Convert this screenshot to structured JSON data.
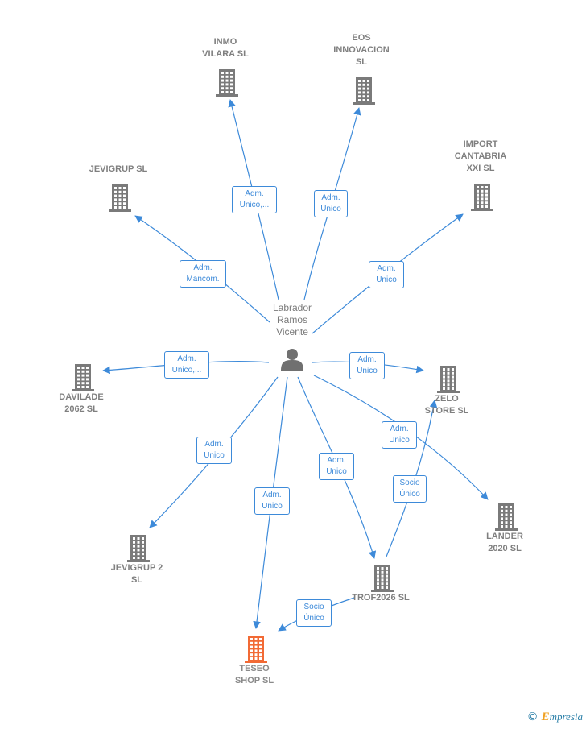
{
  "person": {
    "name": "Labrador\nRamos\nVicente"
  },
  "companies": [
    {
      "id": "inmo",
      "name": "INMO\nVILARA  SL"
    },
    {
      "id": "eos",
      "name": "EOS\nINNOVACION\nSL"
    },
    {
      "id": "jevigrup",
      "name": "JEVIGRUP SL"
    },
    {
      "id": "import",
      "name": "IMPORT\nCANTABRIA\nXXI SL"
    },
    {
      "id": "davilade",
      "name": "DAVILADE\n2062  SL"
    },
    {
      "id": "zelo",
      "name": "ZELO\nSTORE  SL"
    },
    {
      "id": "lander",
      "name": "LANDER\n2020  SL"
    },
    {
      "id": "jevigrup2",
      "name": "JEVIGRUP 2\nSL"
    },
    {
      "id": "trof",
      "name": "TROF2026  SL"
    },
    {
      "id": "teseo",
      "name": "TESEO\nSHOP  SL",
      "highlight": true
    }
  ],
  "edges": [
    {
      "from": "person",
      "to": "inmo",
      "label": "Adm.\nUnico,..."
    },
    {
      "from": "person",
      "to": "eos",
      "label": "Adm.\nUnico"
    },
    {
      "from": "person",
      "to": "jevigrup",
      "label": "Adm.\nMancom."
    },
    {
      "from": "person",
      "to": "import",
      "label": "Adm.\nUnico"
    },
    {
      "from": "person",
      "to": "davilade",
      "label": "Adm.\nUnico,..."
    },
    {
      "from": "person",
      "to": "zelo",
      "label": "Adm.\nUnico"
    },
    {
      "from": "person",
      "to": "lander",
      "label": "Adm.\nUnico"
    },
    {
      "from": "person",
      "to": "jevigrup2",
      "label": "Adm.\nUnico"
    },
    {
      "from": "person",
      "to": "trof",
      "label": "Adm.\nUnico"
    },
    {
      "from": "person",
      "to": "teseo",
      "label": "Adm.\nUnico"
    },
    {
      "from": "trof",
      "to": "zelo",
      "label": "Socio\nÚnico"
    },
    {
      "from": "trof",
      "to": "teseo",
      "label": "Socio\nÚnico"
    }
  ],
  "colors": {
    "edge": "#3d8ad9",
    "building": "#7a7a7a",
    "highlight": "#f26a35",
    "person": "#707070"
  },
  "footer": {
    "copyright": "©",
    "brand_initial": "E",
    "brand_rest": "mpresia"
  }
}
